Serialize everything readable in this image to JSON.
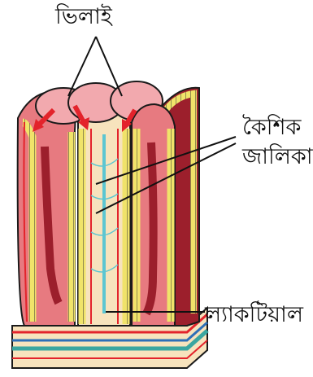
{
  "labels": {
    "villi": "ভিলাই",
    "capillary_line1": "কৈশিক",
    "capillary_line2": "জালিকা",
    "lacteal": "ল্যাকটিয়াল"
  },
  "colors": {
    "outline": "#1a1a1a",
    "villus_fill": "#e77a80",
    "villus_dark": "#9c1f2c",
    "villus_top": "#f2a9ae",
    "epithelium": "#f0e36a",
    "core": "#f7e3bd",
    "artery": "#e3232b",
    "vein": "#2d6fb7",
    "lacteal": "#5cc6d2",
    "base_teal": "#3aa6a0"
  }
}
